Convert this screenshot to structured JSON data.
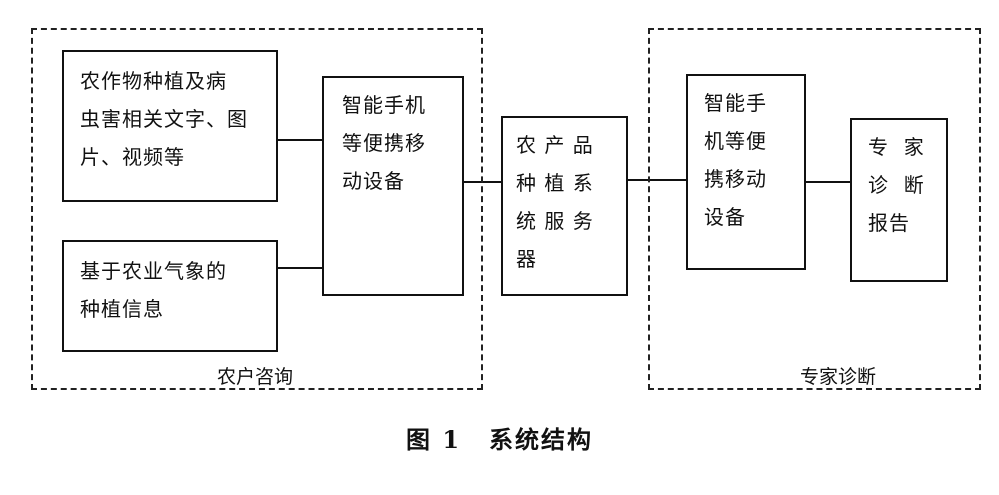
{
  "diagram": {
    "groups": {
      "farmer": "农户咨询",
      "expert": "专家诊断"
    },
    "nodes": {
      "crop_info": "农作物种植及病\n虫害相关文字、图\n片、视频等",
      "weather_info": "基于农业气象的\n种植信息",
      "mobile_left": "智能手机\n等便携移\n动设备",
      "server": "农 产 品\n种 植 系\n统 服 务\n器",
      "mobile_right": "智能手\n机等便\n携移动\n设备",
      "report": "专  家\n诊  断\n报告"
    }
  },
  "caption": {
    "figure_number": "图 1",
    "title": "系统结构"
  }
}
